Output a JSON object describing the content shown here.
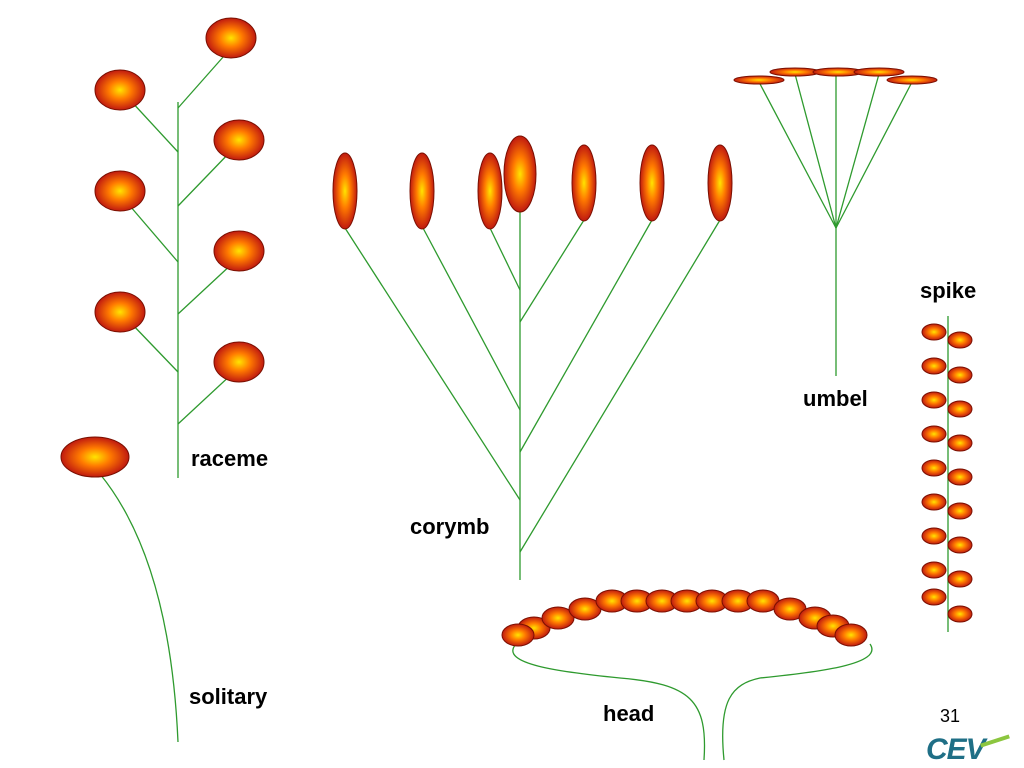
{
  "labels": {
    "raceme": "raceme",
    "corymb": "corymb",
    "umbel": "umbel",
    "spike": "spike",
    "solitary": "solitary",
    "head": "head"
  },
  "page_number": "31",
  "logo": {
    "text": "CEV"
  },
  "colors": {
    "stem": "#2e9a2e",
    "flower_center": "#ffe400",
    "flower_mid": "#ff6a00",
    "flower_edge": "#c01a10",
    "flower_outline": "#7a1000",
    "logo_text": "#1f6f86",
    "logo_accent": "#8cc63f"
  }
}
